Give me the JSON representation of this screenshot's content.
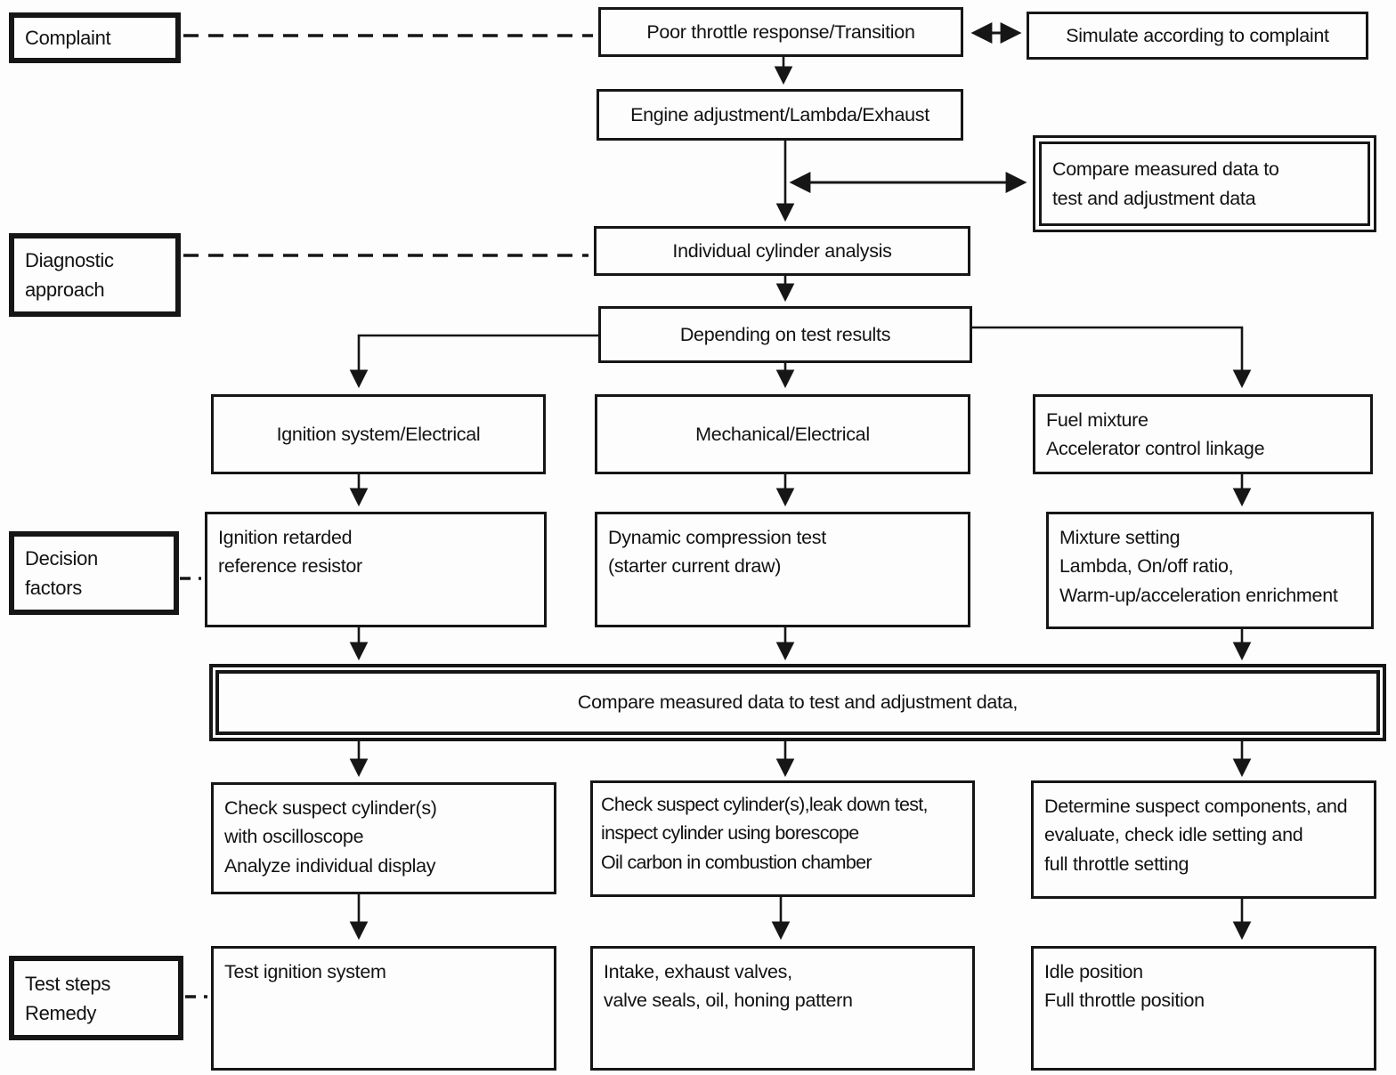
{
  "labels": {
    "complaint": "Complaint",
    "diagnostic_approach": "Diagnostic\napproach",
    "decision_factors": "Decision\nfactors",
    "test_steps": "Test steps\nRemedy"
  },
  "nodes": {
    "poor_throttle": "Poor throttle response/Transition",
    "simulate": "Simulate according to complaint",
    "engine_adjustment": "Engine adjustment/Lambda/Exhaust",
    "compare_top": "Compare measured data to\ntest and adjustment data",
    "individual_cylinder": "Individual cylinder analysis",
    "depending": "Depending on test results",
    "ignition_system": "Ignition system/Electrical",
    "mechanical": "Mechanical/Electrical",
    "fuel_mixture": "Fuel mixture\nAccelerator control linkage",
    "ignition_retarded": "Ignition retarded\nreference resistor",
    "dynamic_compression": "Dynamic compression test\n(starter current draw)",
    "mixture_setting": "Mixture setting\nLambda, On/off ratio,\nWarm-up/acceleration enrichment",
    "compare_wide": "Compare measured data to test and adjustment data,",
    "check_oscilloscope": "Check suspect cylinder(s)\nwith oscilloscope\nAnalyze individual display",
    "check_leak_down": "Check suspect cylinder(s),leak down test,\ninspect cylinder using borescope\nOil carbon in combustion chamber",
    "determine_suspect": "Determine suspect components, and\nevaluate, check idle setting and\nfull throttle setting",
    "test_ignition": "Test ignition system",
    "intake_exhaust": "Intake, exhaust valves,\nvalve seals, oil, honing pattern",
    "idle_position": "Idle position\nFull throttle position"
  },
  "colors": {
    "ink": "#161616",
    "paper": "#fdfdfd"
  }
}
